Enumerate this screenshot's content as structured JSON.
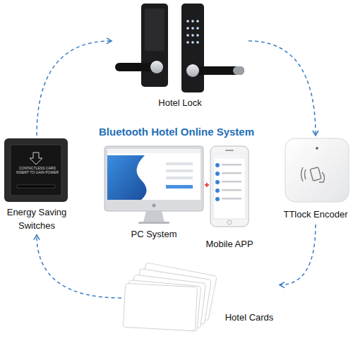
{
  "diagram": {
    "title": "Bluetooth Hotel Online System",
    "nodes": [
      {
        "text": [
          "Hotel Lock"
        ]
      },
      {
        "text": [
          "TTlock Encoder"
        ]
      },
      {
        "text": [
          "Hotel Cards"
        ]
      },
      {
        "text": [
          "CONTACTLESS CARD INSERT TO GAIN POWER",
          "Energy Saving Switches"
        ]
      },
      {
        "text": [
          "PC System"
        ]
      },
      {
        "text": [
          "Mobile APP"
        ]
      }
    ],
    "edges": [
      {
        "from": 0,
        "to": 1,
        "arrow": "to"
      },
      {
        "from": 1,
        "to": 2,
        "arrow": "to"
      },
      {
        "from": 2,
        "to": 3,
        "arrow": "to"
      },
      {
        "from": 3,
        "to": 0,
        "arrow": "to"
      }
    ]
  }
}
